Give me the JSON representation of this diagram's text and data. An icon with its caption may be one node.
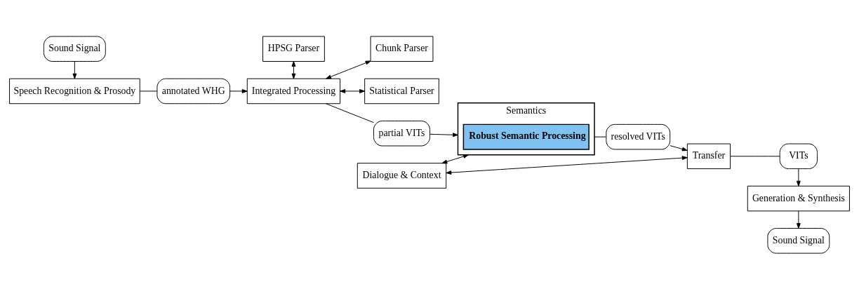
{
  "diagram": {
    "nodes": [
      {
        "text": [
          "Sound Signal"
        ]
      },
      {
        "text": [
          "Speech Recognition & Prosody"
        ]
      },
      {
        "text": [
          "annotated WHG"
        ]
      },
      {
        "text": [
          "HPSG Parser"
        ]
      },
      {
        "text": [
          "Integrated Processing"
        ]
      },
      {
        "text": [
          "Chunk Parser"
        ]
      },
      {
        "text": [
          "Statistical Parser"
        ]
      },
      {
        "text": [
          "partial VITs"
        ]
      },
      {
        "text": [
          "Semantics"
        ]
      },
      {
        "text": [
          "Robust Semantic Processing"
        ],
        "in": 8
      },
      {
        "text": [
          "Dialogue & Context"
        ]
      },
      {
        "text": [
          "resolved VITs"
        ]
      },
      {
        "text": [
          "Transfer"
        ]
      },
      {
        "text": [
          "VITs"
        ]
      },
      {
        "text": [
          "Generation & Synthesis"
        ]
      },
      {
        "text": [
          "Sound Signal"
        ]
      }
    ],
    "edges": [
      {
        "from": 0,
        "to": 1,
        "arrow": "to"
      },
      {
        "from": 1,
        "to": 2,
        "arrow": "none"
      },
      {
        "from": 2,
        "to": 4,
        "arrow": "to"
      },
      {
        "from": 3,
        "to": 4,
        "arrow": "both"
      },
      {
        "from": 4,
        "to": 5,
        "arrow": "both"
      },
      {
        "from": 4,
        "to": 6,
        "arrow": "both"
      },
      {
        "from": 4,
        "to": 7,
        "arrow": "none"
      },
      {
        "from": 7,
        "to": 8,
        "arrow": "to"
      },
      {
        "from": 8,
        "to": 11,
        "arrow": "none"
      },
      {
        "from": 11,
        "to": 12,
        "arrow": "to"
      },
      {
        "from": 10,
        "to": 8,
        "arrow": "both"
      },
      {
        "from": 10,
        "to": 12,
        "arrow": "both"
      },
      {
        "from": 12,
        "to": 13,
        "arrow": "none"
      },
      {
        "from": 13,
        "to": 14,
        "arrow": "to"
      },
      {
        "from": 14,
        "to": 15,
        "arrow": "to"
      }
    ]
  }
}
